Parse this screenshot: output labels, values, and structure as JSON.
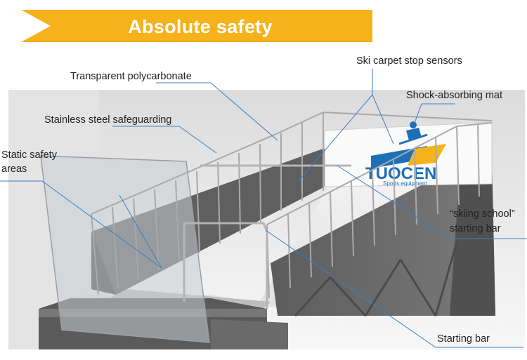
{
  "banner": {
    "title": "Absolute safety",
    "color": "#f5b21b"
  },
  "labels": {
    "transparent_polycarbonate": "Transparent polycarbonate",
    "stainless_steel": "Stainless steel safeguarding",
    "static_safety_line1": "Static safety",
    "static_safety_line2": "areas",
    "ski_carpet_sensors": "Ski carpet stop sensors",
    "shock_absorbing_mat": "Shock-absorbing mat",
    "skiing_school_line1": "“skiing school”",
    "skiing_school_line2": "starting bar",
    "starting_bar": "Starting bar"
  },
  "mat_logo": {
    "brand_text": "TUOCEN",
    "sub_text": "Sports equipment"
  },
  "colors": {
    "accent": "#f5b21b",
    "leader_line": "#3a7fc2",
    "structure": "#6f6f6f",
    "surface": "#ececec",
    "logo_blue": "#1d6fb8"
  }
}
